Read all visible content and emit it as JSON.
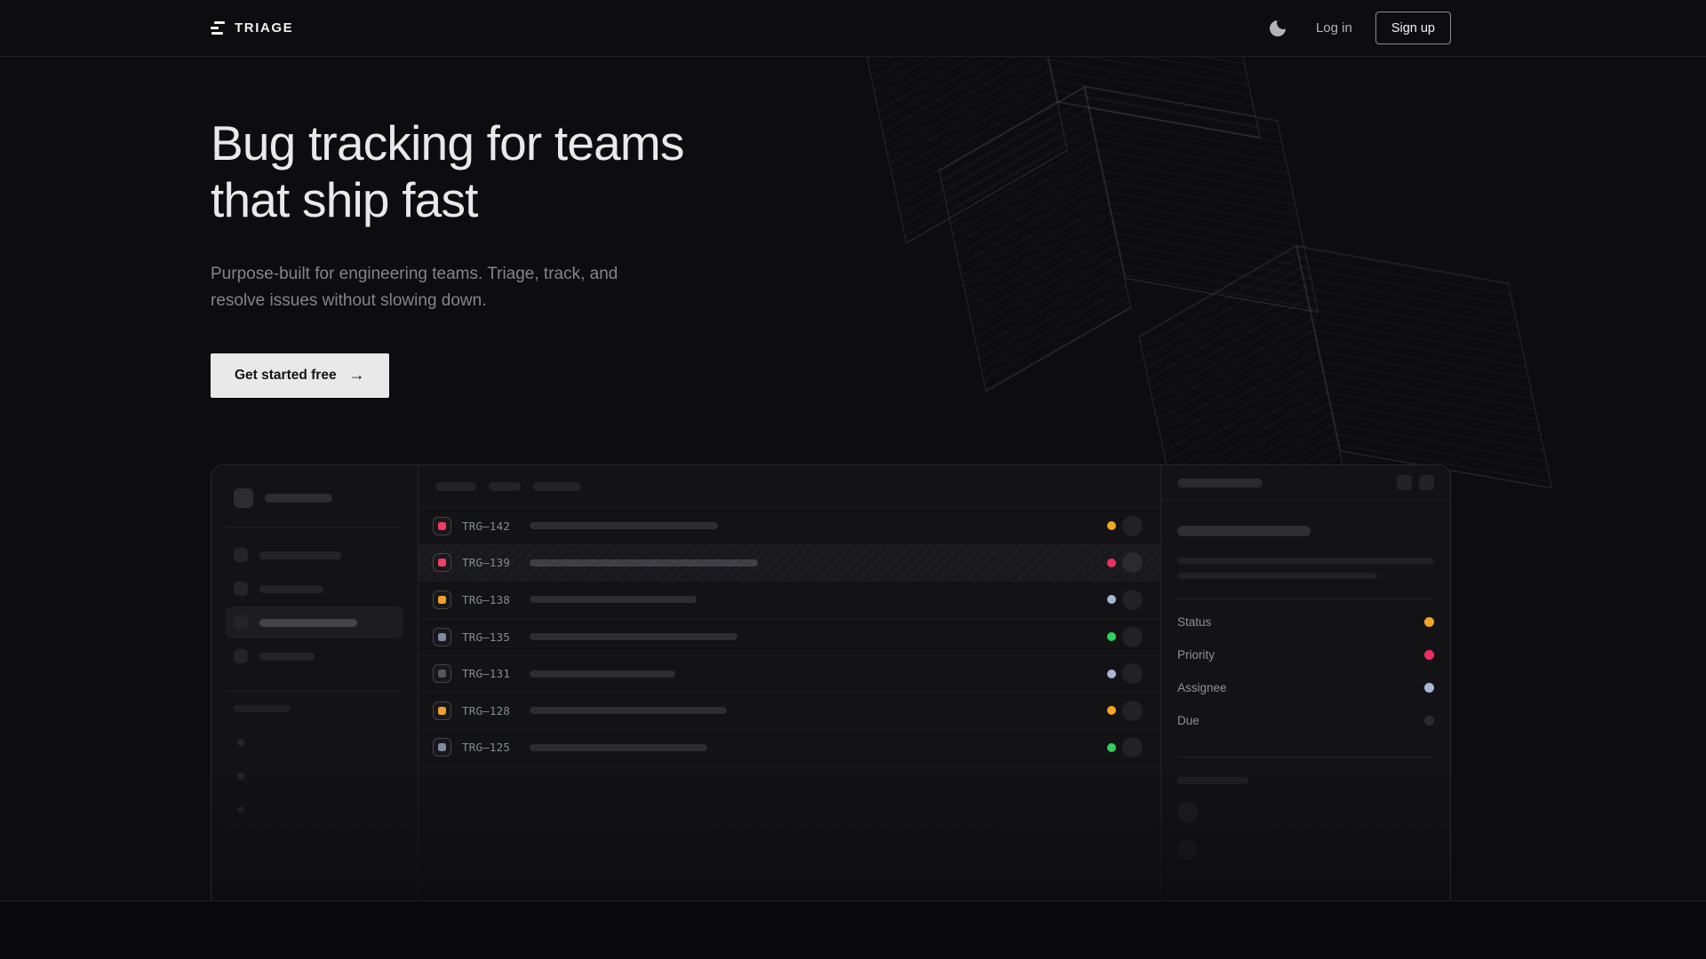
{
  "brand": {
    "name": "TRIAGE"
  },
  "nav": {
    "login": "Log in",
    "signup": "Sign up"
  },
  "hero": {
    "heading_line1": "Bug tracking for teams",
    "heading_line2": "that ship fast",
    "subtitle_line1": "Purpose-built for engineering teams. Triage, track, and",
    "subtitle_line2": "resolve issues without slowing down.",
    "cta": "Get started free",
    "cta_arrow": "→"
  },
  "app": {
    "tab_widths": [
      "46px",
      "36px",
      "54px"
    ],
    "issues": [
      {
        "id": "TRG–142",
        "badge": "#ef3e63",
        "dot": "#f2a621",
        "bar": "212px"
      },
      {
        "id": "TRG–139",
        "badge": "#ef3e63",
        "dot": "#ee2f63",
        "bar": "257px"
      },
      {
        "id": "TRG–138",
        "badge": "#efa02e",
        "dot": "#a9b6d4",
        "bar": "188px"
      },
      {
        "id": "TRG–135",
        "badge": "#7e8ba3",
        "dot": "#2fd15d",
        "bar": "234px"
      },
      {
        "id": "TRG–131",
        "badge": "#55555c",
        "dot": "#a9b6d4",
        "bar": "164px"
      },
      {
        "id": "TRG–128",
        "badge": "#efa02e",
        "dot": "#f2a621",
        "bar": "222px"
      },
      {
        "id": "TRG–125",
        "badge": "#7e8ba3",
        "dot": "#2fd15d",
        "bar": "200px"
      }
    ],
    "detail": {
      "properties": [
        {
          "label": "Status",
          "dot": "#f2a621"
        },
        {
          "label": "Priority",
          "dot": "#ee2f63"
        },
        {
          "label": "Assignee",
          "dot": "#a9b6d4"
        },
        {
          "label": "Due",
          "dot": "#2b2b30"
        }
      ]
    }
  },
  "colors": {
    "background": "#0d0d0f",
    "panel": "#131316",
    "border": "#26262a",
    "accent_amber": "#f2a621",
    "accent_pink": "#ee2f63",
    "accent_green": "#2fd15d",
    "accent_lavender": "#a9b6d4"
  }
}
